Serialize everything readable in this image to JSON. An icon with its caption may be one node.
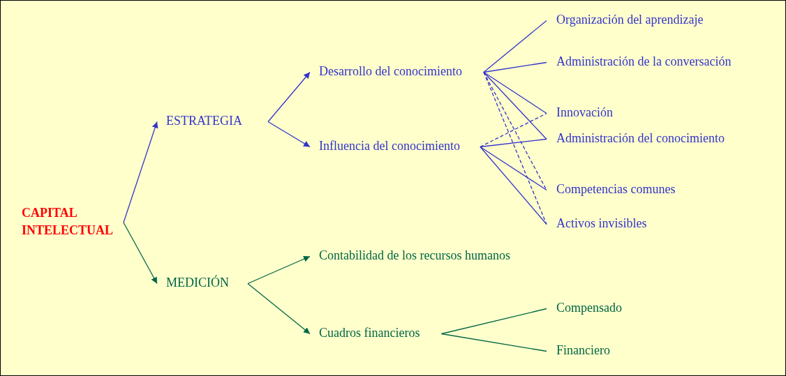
{
  "diagram": {
    "nodes": [
      {
        "text": [
          "CAPITAL INTELECTUAL"
        ]
      },
      {
        "text": [
          "ESTRATEGIA"
        ]
      },
      {
        "text": [
          "MEDICIÓN"
        ]
      },
      {
        "text": [
          "Desarrollo del conocimiento"
        ]
      },
      {
        "text": [
          "Influencia del conocimiento"
        ]
      },
      {
        "text": [
          "Organización del aprendizaje"
        ]
      },
      {
        "text": [
          "Administración de la conversación"
        ]
      },
      {
        "text": [
          "Innovación"
        ]
      },
      {
        "text": [
          "Administración del conocimiento"
        ]
      },
      {
        "text": [
          "Competencias comunes"
        ]
      },
      {
        "text": [
          "Activos invisibles"
        ]
      },
      {
        "text": [
          "Contabilidad de los recursos humanos"
        ]
      },
      {
        "text": [
          "Cuadros financieros"
        ]
      },
      {
        "text": [
          "Compensado"
        ]
      },
      {
        "text": [
          "Financiero"
        ]
      }
    ],
    "edges": [
      {
        "from": 0,
        "to": 1,
        "arrow": "to"
      },
      {
        "from": 0,
        "to": 2,
        "arrow": "to",
        "color": "#006644"
      },
      {
        "from": 1,
        "to": 3,
        "arrow": "to"
      },
      {
        "from": 1,
        "to": 4,
        "arrow": "to"
      },
      {
        "from": 3,
        "to": 5,
        "arrow": "none"
      },
      {
        "from": 3,
        "to": 6,
        "arrow": "none"
      },
      {
        "from": 3,
        "to": 7,
        "arrow": "none"
      },
      {
        "from": 3,
        "to": 8,
        "arrow": "none"
      },
      {
        "from": 3,
        "to": 9,
        "arrow": "none",
        "style": "dashed"
      },
      {
        "from": 3,
        "to": 10,
        "arrow": "none",
        "style": "dashed"
      },
      {
        "from": 4,
        "to": 7,
        "arrow": "none",
        "style": "dashed"
      },
      {
        "from": 4,
        "to": 8,
        "arrow": "none"
      },
      {
        "from": 4,
        "to": 9,
        "arrow": "none"
      },
      {
        "from": 4,
        "to": 10,
        "arrow": "none"
      },
      {
        "from": 2,
        "to": 11,
        "arrow": "to",
        "color": "#006644"
      },
      {
        "from": 2,
        "to": 12,
        "arrow": "to",
        "color": "#006644"
      },
      {
        "from": 12,
        "to": 13,
        "arrow": "none",
        "color": "#006644"
      },
      {
        "from": 12,
        "to": 14,
        "arrow": "none",
        "color": "#006644"
      }
    ]
  }
}
